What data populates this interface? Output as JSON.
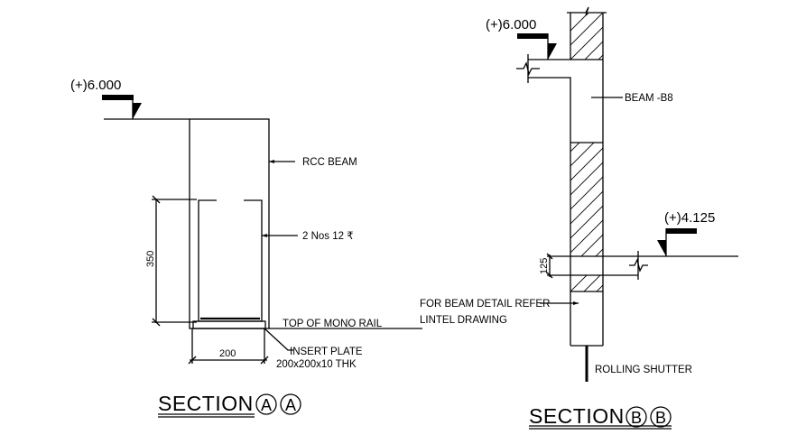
{
  "drawing": {
    "section_a": {
      "title": "SECTION",
      "marks": [
        "A",
        "A"
      ],
      "level": "(+)6.000",
      "labels": {
        "rcc_beam": "RCC BEAM",
        "rebar": "2 Nos 12",
        "rebar_symbol": "₹",
        "top_of_rail": "TOP OF MONO RAIL",
        "insert_plate_1": "INSERT PLATE",
        "insert_plate_2": "200x200x10 THK"
      },
      "dimensions": {
        "height": "350",
        "width": "200"
      }
    },
    "section_b": {
      "title": "SECTION",
      "marks": [
        "B",
        "B"
      ],
      "level_top": "(+)6.000",
      "level_lintel": "(+)4.125",
      "labels": {
        "beam": "BEAM -B8",
        "refer_1": "FOR BEAM DETAIL REFER",
        "refer_2": "LINTEL DRAWING",
        "shutter": "ROLLING SHUTTER"
      },
      "dimensions": {
        "lintel_depth": "125"
      }
    }
  }
}
